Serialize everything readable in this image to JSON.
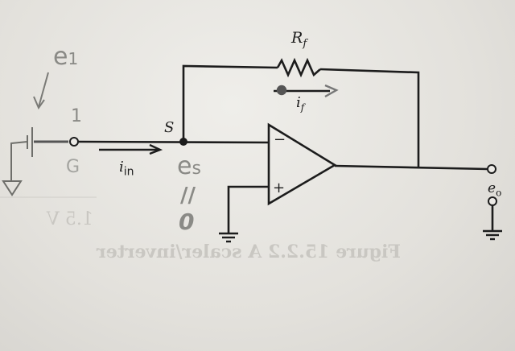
{
  "labels": {
    "resistor": "R",
    "resistor_sub": "f",
    "feedback_current": "i",
    "feedback_current_sub": "f",
    "summing_node": "S",
    "input_current": "i",
    "input_current_sub": "in",
    "output_voltage": "e",
    "output_voltage_sub": "o",
    "opamp_minus": "−",
    "opamp_plus": "+"
  },
  "handwriting": {
    "input_voltage": "e",
    "input_voltage_sub": "1",
    "input_value": "1",
    "ground_label": "G",
    "node_voltage": "e",
    "node_voltage_sub": "s",
    "equals": "//",
    "node_value": "0"
  },
  "bleed_through": {
    "caption": "Figure 15.2.2  A scaler/inverter",
    "voltage": "1.5 V"
  }
}
